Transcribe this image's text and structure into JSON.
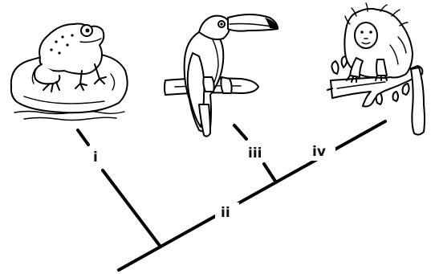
{
  "cladogram": {
    "taxa": [
      {
        "name": "frog",
        "icon": "frog-icon"
      },
      {
        "name": "toucan",
        "icon": "toucan-icon"
      },
      {
        "name": "tamarin",
        "icon": "tamarin-icon"
      }
    ],
    "branch_labels": {
      "i": "i",
      "ii": "ii",
      "iii": "iii",
      "iv": "iv"
    }
  }
}
